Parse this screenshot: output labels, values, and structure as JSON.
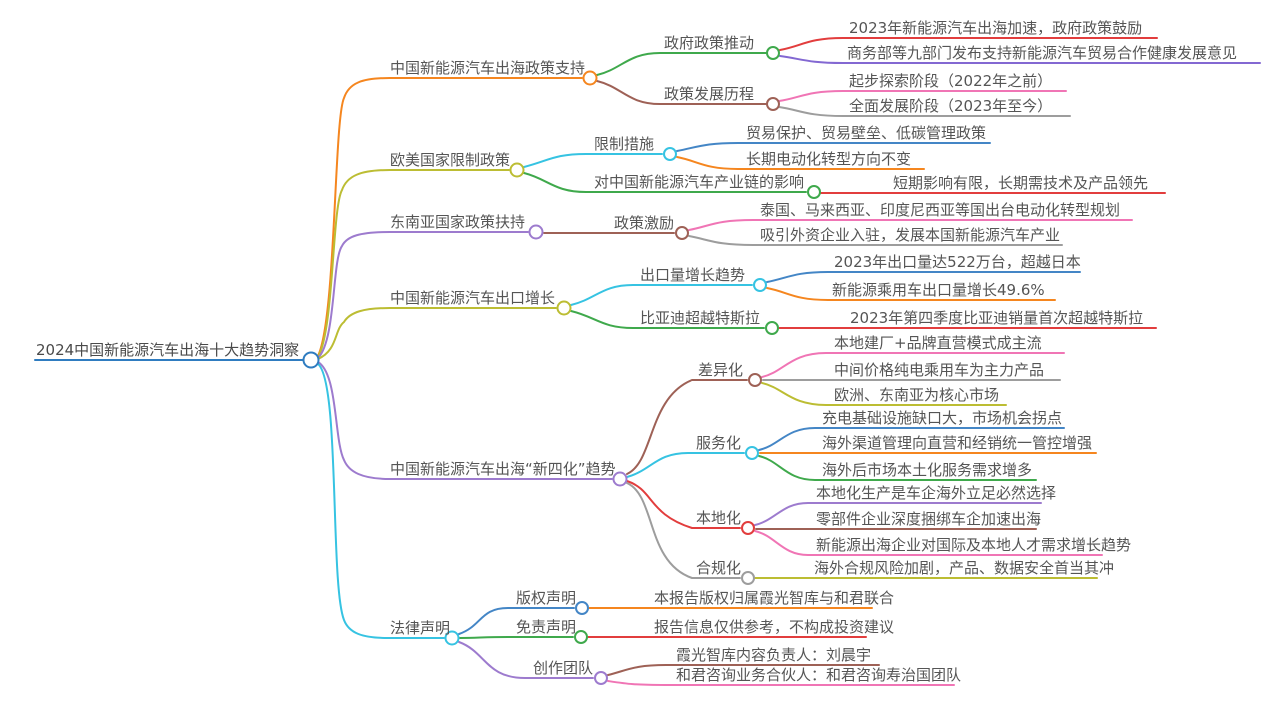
{
  "root": {
    "label": "2024中国新能源汽车出海十大趋势洞察"
  },
  "branches": [
    {
      "label": "中国新能源汽车出海政策支持",
      "children": [
        {
          "label": "政府政策推动",
          "leaves": [
            "2023年新能源汽车出海加速，政府政策鼓励",
            "商务部等九部门发布支持新能源汽车贸易合作健康发展意见"
          ]
        },
        {
          "label": "政策发展历程",
          "leaves": [
            "起步探索阶段（2022年之前）",
            "全面发展阶段（2023年至今）"
          ]
        }
      ]
    },
    {
      "label": "欧美国家限制政策",
      "children": [
        {
          "label": "限制措施",
          "leaves": [
            "贸易保护、贸易壁垒、低碳管理政策",
            "长期电动化转型方向不变"
          ]
        },
        {
          "label": "对中国新能源汽车产业链的影响",
          "leaves": [
            "短期影响有限，长期需技术及产品领先"
          ]
        }
      ]
    },
    {
      "label": "东南亚国家政策扶持",
      "children": [
        {
          "label": "政策激励",
          "leaves": [
            "泰国、马来西亚、印度尼西亚等国出台电动化转型规划",
            "吸引外资企业入驻，发展本国新能源汽车产业"
          ]
        }
      ]
    },
    {
      "label": "中国新能源汽车出口增长",
      "children": [
        {
          "label": "出口量增长趋势",
          "leaves": [
            "2023年出口量达522万台，超越日本",
            "新能源乘用车出口量增长49.6%"
          ]
        },
        {
          "label": "比亚迪超越特斯拉",
          "leaves": [
            "2023年第四季度比亚迪销量首次超越特斯拉"
          ]
        }
      ]
    },
    {
      "label": "中国新能源汽车出海“新四化”趋势",
      "children": [
        {
          "label": "差异化",
          "leaves": [
            "本地建厂+品牌直营模式成主流",
            "中间价格纯电乘用车为主力产品",
            "欧洲、东南亚为核心市场"
          ]
        },
        {
          "label": "服务化",
          "leaves": [
            "充电基础设施缺口大，市场机会拐点",
            "海外渠道管理向直营和经销统一管控增强",
            "海外后市场本土化服务需求增多"
          ]
        },
        {
          "label": "本地化",
          "leaves": [
            "本地化生产是车企海外立足必然选择",
            "零部件企业深度捆绑车企加速出海",
            "新能源出海企业对国际及本地人才需求增长趋势"
          ]
        },
        {
          "label": "合规化",
          "leaves": [
            "海外合规风险加剧，产品、数据安全首当其冲"
          ]
        }
      ]
    },
    {
      "label": "法律声明",
      "children": [
        {
          "label": "版权声明",
          "leaves": [
            "本报告版权归属霞光智库与和君联合"
          ]
        },
        {
          "label": "免责声明",
          "leaves": [
            "报告信息仅供参考，不构成投资建议"
          ]
        },
        {
          "label": "创作团队",
          "leaves": [
            "霞光智库内容负责人：刘晨宇",
            "和君咨询业务合伙人：和君咨询寿治国团队"
          ]
        }
      ]
    }
  ],
  "palette": {
    "rootblue": "#2f7cc0",
    "blue": "#4486c6",
    "orange": "#f5861f",
    "green": "#3fa94c",
    "brown": "#9e6156",
    "purple": "#9d7bce",
    "violet": "#8368d2",
    "cyan": "#36c3e2",
    "olive": "#bcbd33",
    "pink": "#f075b5",
    "gray": "#9d9d9d",
    "red": "#e23d3d"
  }
}
